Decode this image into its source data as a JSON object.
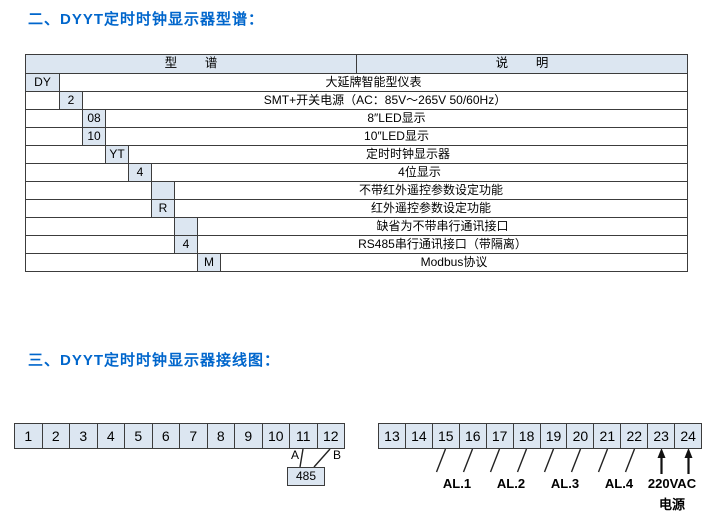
{
  "section_model": {
    "title": "二、DYYT定时时钟显示器型谱：",
    "table": {
      "header_model": "型        谱",
      "header_desc": "说        明",
      "rows": [
        {
          "code": "DY",
          "desc": "大延牌智能型仪表"
        },
        {
          "code": "2",
          "desc": "SMT+开关电源（AC：85V～265V   50/60Hz）"
        },
        {
          "code": "08",
          "desc": "8″LED显示"
        },
        {
          "code": "10",
          "desc": "10″LED显示"
        },
        {
          "code": "YT",
          "desc": "定时时钟显示器"
        },
        {
          "code": "4",
          "desc": "4位显示"
        },
        {
          "code": "",
          "desc": "不带红外遥控参数设定功能"
        },
        {
          "code": "R",
          "desc": "红外遥控参数设定功能"
        },
        {
          "code": "",
          "desc": "缺省为不带串行通讯接口"
        },
        {
          "code": "4",
          "desc": "RS485串行通讯接口（带隔离）"
        },
        {
          "code": "M",
          "desc": "Modbus协议"
        }
      ]
    }
  },
  "section_wiring": {
    "title": "三、DYYT定时时钟显示器接线图：",
    "left_terminals": [
      "1",
      "2",
      "3",
      "4",
      "5",
      "6",
      "7",
      "8",
      "9",
      "10",
      "11",
      "12"
    ],
    "right_terminals": [
      "13",
      "14",
      "15",
      "16",
      "17",
      "18",
      "19",
      "20",
      "21",
      "22",
      "23",
      "24"
    ],
    "wire_a": "A",
    "wire_b": "B",
    "rs485_box": "485",
    "alarm_labels": [
      "AL.1",
      "AL.2",
      "AL.3",
      "AL.4"
    ],
    "power_label_line1": "220VAC",
    "power_label_line2": "电源"
  },
  "colors": {
    "title_blue": "#0066cc",
    "cell_fill": "#dce6f1",
    "line": "#3c3c3c"
  }
}
